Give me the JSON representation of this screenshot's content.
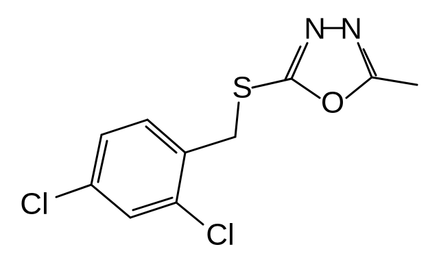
{
  "molecule": {
    "atoms": {
      "n1": "N",
      "n2": "N",
      "s": "S",
      "o": "O",
      "cl4": "Cl",
      "cl2": "Cl"
    }
  },
  "colors": {
    "bond": "#000000",
    "label": "#000000",
    "background": "#ffffff"
  }
}
